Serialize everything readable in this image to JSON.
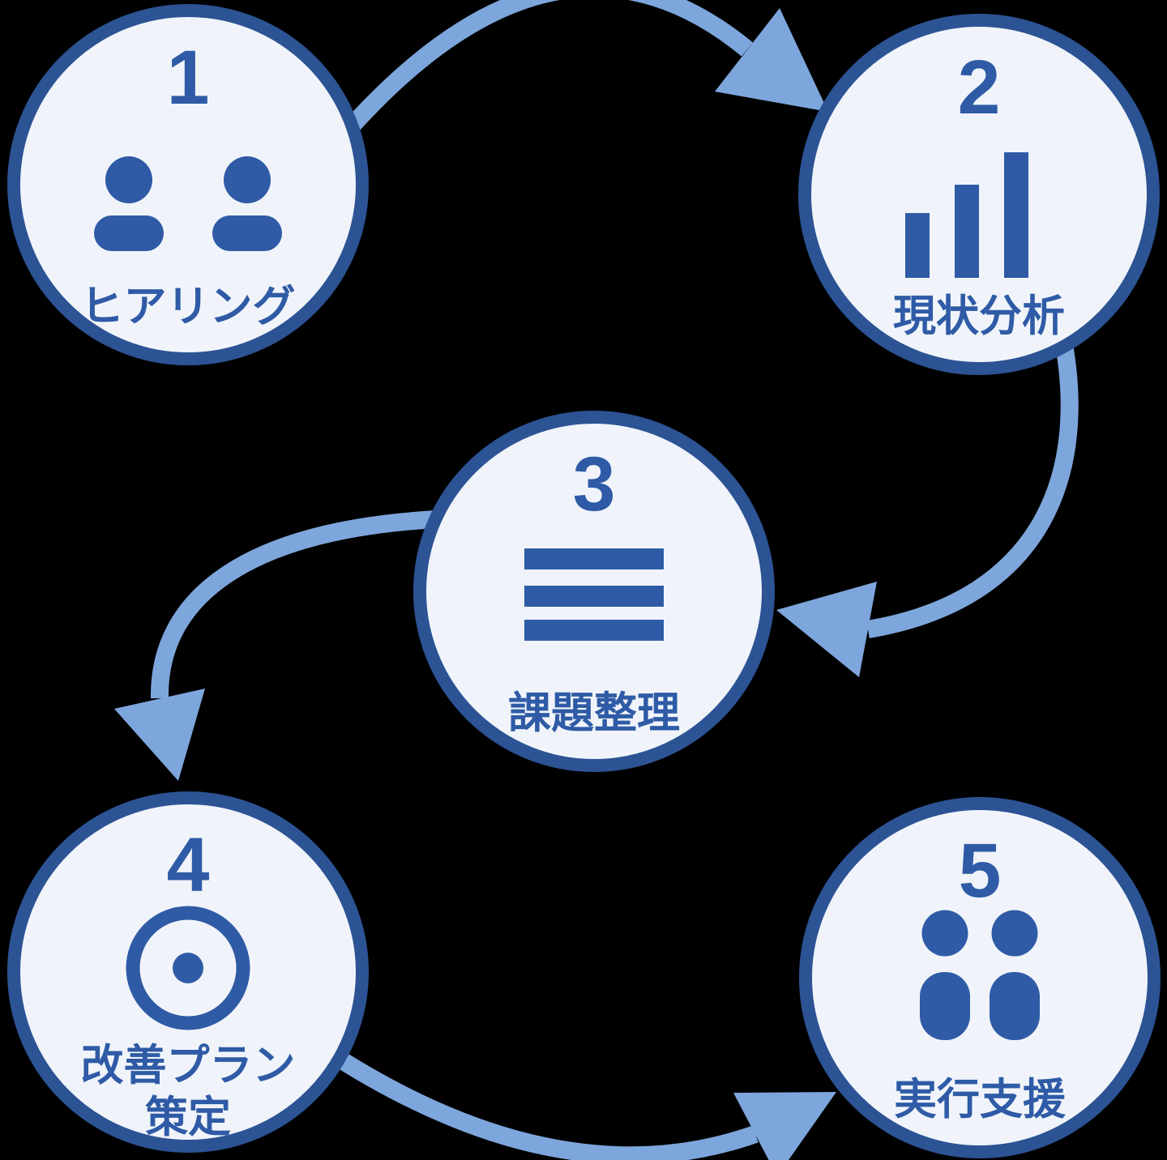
{
  "diagram": {
    "name": "consulting-process-flow",
    "background": "#000000",
    "colors": {
      "circle_fill": "#F0F4FA",
      "circle_border": "#2C5394",
      "content_blue": "#2F5BA6",
      "arrow_blue": "#7DA6DC"
    },
    "steps": [
      {
        "number": "1",
        "label": "ヒアリング",
        "icon": "two-people-icon"
      },
      {
        "number": "2",
        "label": "現状分析",
        "icon": "bar-chart-icon"
      },
      {
        "number": "3",
        "label": "課題整理",
        "icon": "list-lines-icon"
      },
      {
        "number": "4",
        "label": "改善プラン\n策定",
        "icon": "target-icon"
      },
      {
        "number": "5",
        "label": "実行支援",
        "icon": "two-people-solid-icon"
      }
    ],
    "arrows": [
      {
        "from": "1",
        "to": "2"
      },
      {
        "from": "2",
        "to": "3"
      },
      {
        "from": "3",
        "to": "4"
      },
      {
        "from": "4",
        "to": "5"
      }
    ]
  }
}
